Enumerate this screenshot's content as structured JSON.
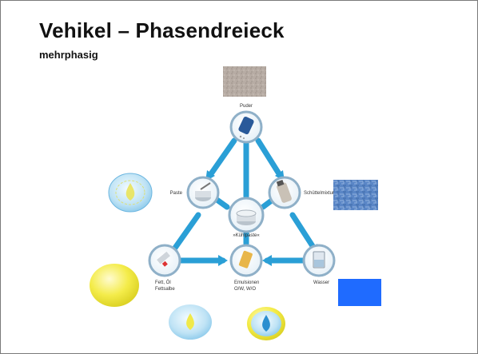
{
  "slide": {
    "title": "Vehikel – Phasendreieck",
    "subtitle": "mehrphasig"
  },
  "diagram": {
    "nodes": {
      "puder": "Puder",
      "paste": "Paste",
      "schuettelmixtur": "Schüttelmixtur",
      "kuehlpaste": "»Kühlpaste«",
      "fett_line1": "Fett, Öl",
      "fett_line2": "Fettsalbe",
      "emulsion_line1": "Emulsionen",
      "emulsion_line2": "O/W, W/O",
      "wasser": "Wasser"
    },
    "colors": {
      "arrow": "#2a9fd6",
      "node_ring": "#8fb0c8",
      "blue_square": "#1f6bff",
      "yellow_drop": "#f3ea45",
      "pale_drop": "#bfe3f5"
    },
    "icons": {
      "texture_powder": "sand-texture-swatch",
      "texture_shake": "blue-texture-swatch",
      "blue_square": "blue-square-swatch"
    }
  }
}
